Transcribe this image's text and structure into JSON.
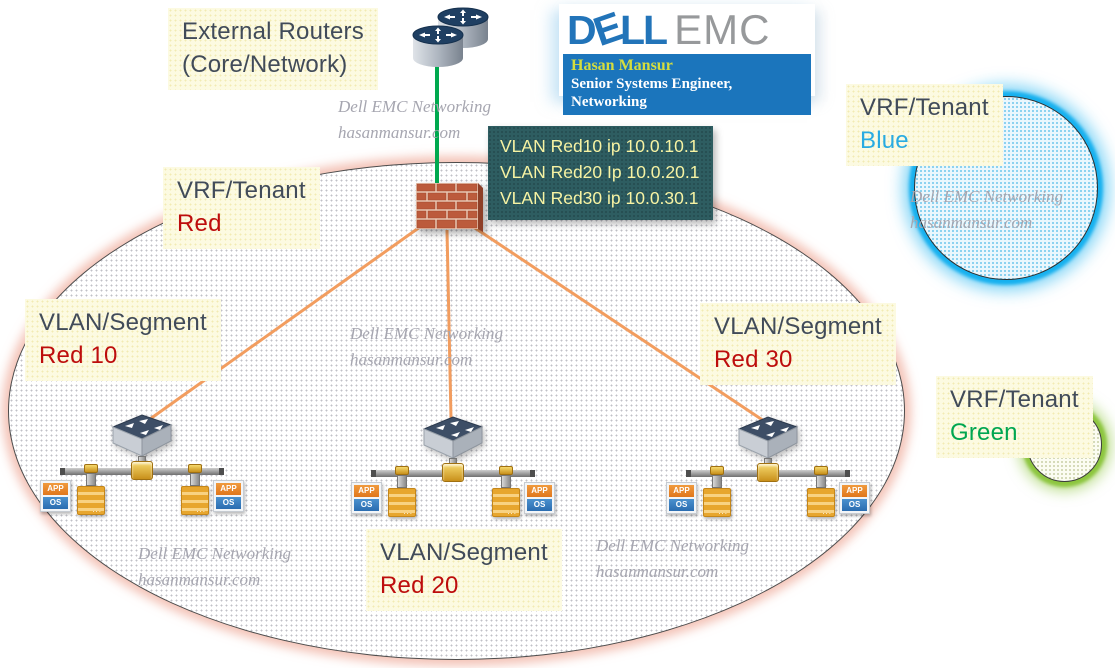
{
  "diagram_title": "Dell EMC Networking VRF/Tenant and VLAN segmentation diagram",
  "branding": {
    "dell": "D",
    "dell_tilted_e": "E",
    "dell_ll": "LL",
    "emc": "EMC",
    "name": "Hasan Mansur",
    "title": "Senior Systems Engineer, Networking",
    "dell_color": "#2274B9",
    "emc_color": "#97999B",
    "banner_bg": "#1B75BC",
    "name_color": "#D5DD3E"
  },
  "watermark": {
    "line1": "Dell EMC Networking",
    "line2": "hasanmansur.com"
  },
  "labels": {
    "external_routers": {
      "line1": "External Routers",
      "line2": "(Core/Network)"
    },
    "vrf_red": {
      "line1": "VRF/Tenant",
      "line2": "Red",
      "accent": "#BD0D0D"
    },
    "vrf_blue": {
      "line1": "VRF/Tenant",
      "line2": "Blue",
      "accent": "#29ABE2"
    },
    "vrf_green": {
      "line1": "VRF/Tenant",
      "line2": "Green",
      "accent": "#00A651"
    },
    "vlan10": {
      "line1": "VLAN/Segment",
      "line2": "Red 10",
      "accent": "#BD0D0D"
    },
    "vlan20": {
      "line1": "VLAN/Segment",
      "line2": "Red 20",
      "accent": "#BD0D0D"
    },
    "vlan30": {
      "line1": "VLAN/Segment",
      "line2": "Red 30",
      "accent": "#BD0D0D"
    }
  },
  "vlan_info_box": {
    "bg": "#2E5D61",
    "text_color": "#F7F3A3",
    "line1": "VLAN Red10 ip 10.0.10.1",
    "line2": "VLAN Red20 Ip 10.0.20.1",
    "line3": "VLAN Red30 ip 10.0.30.1"
  },
  "server_card": {
    "app": "APP",
    "os": "OS"
  },
  "colors": {
    "orange_link": "#F29D5F",
    "green_link": "#00A94F",
    "ellipse_glow": "#E9927C",
    "blue_circle_glow": "#17B1EF",
    "green_circle_glow": "#8DC63F",
    "label_bg": "#FCFAE1",
    "label_text": "#414B59"
  }
}
